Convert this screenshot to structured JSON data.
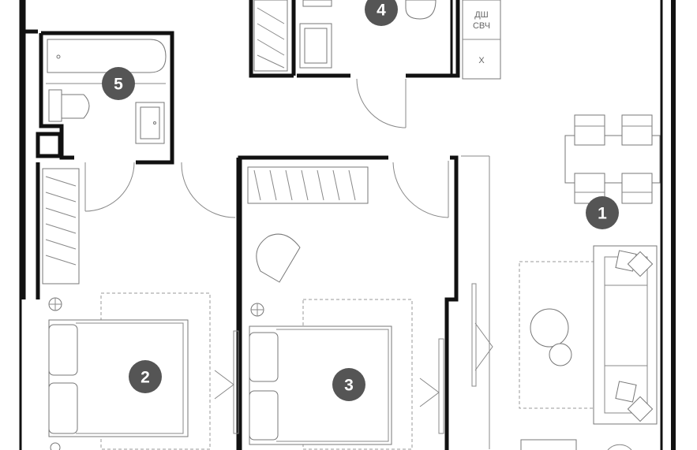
{
  "rooms": [
    {
      "number": "1"
    },
    {
      "number": "2"
    },
    {
      "number": "3"
    },
    {
      "number": "4"
    },
    {
      "number": "5"
    }
  ],
  "kitchen_labels": {
    "dishwasher": "ДШ",
    "microwave": "СВЧ",
    "fridge": "Х"
  }
}
